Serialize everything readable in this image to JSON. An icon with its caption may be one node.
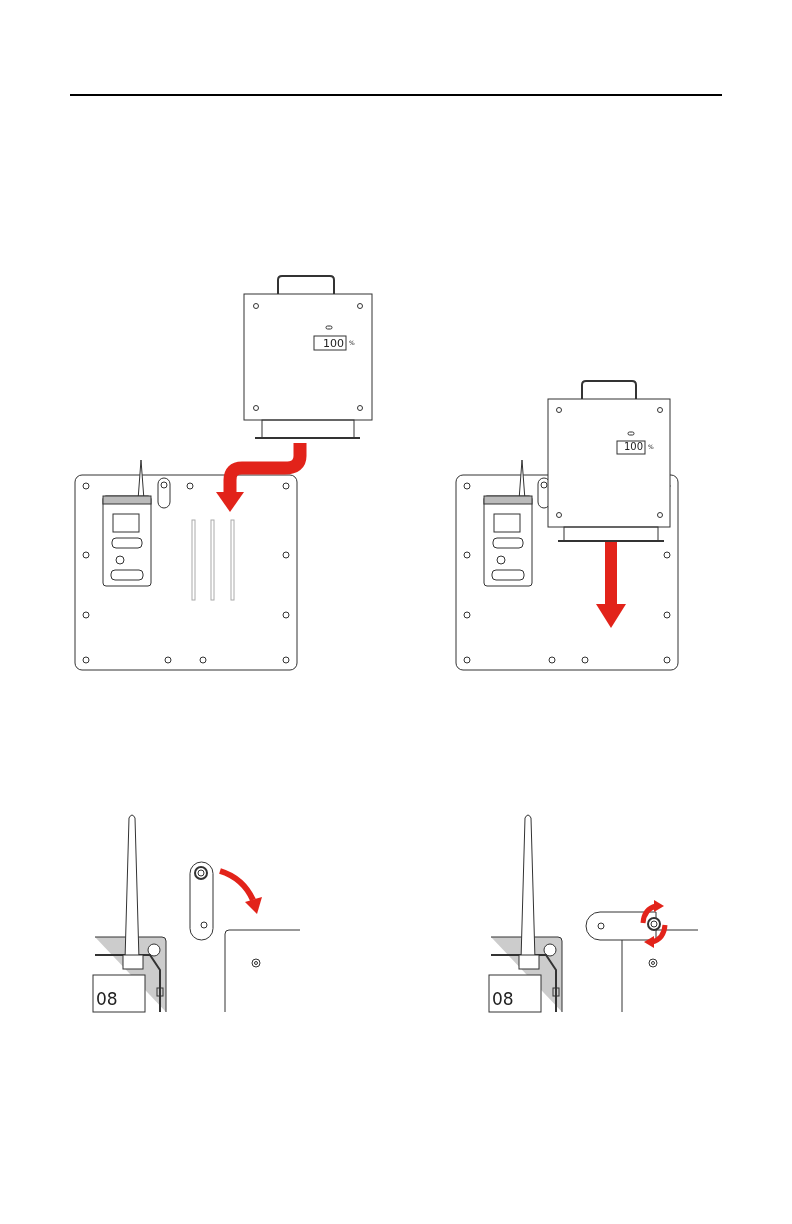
{
  "diagram": {
    "labels": [
      "100",
      "%",
      "100",
      "%",
      "08",
      "08"
    ]
  }
}
